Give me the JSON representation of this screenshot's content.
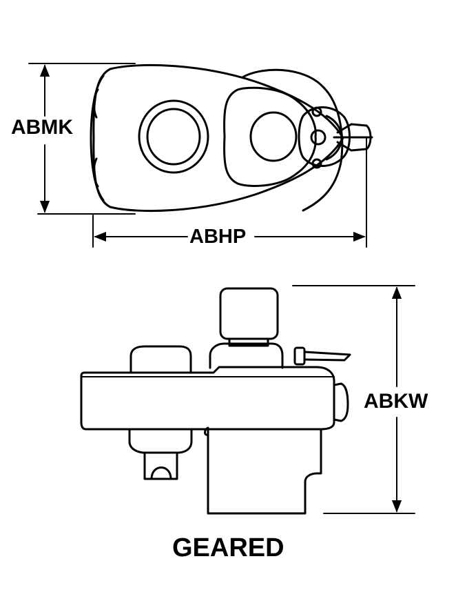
{
  "dimensions": {
    "height_top": "ABMK",
    "length_top": "ABHP",
    "height_side": "ABKW"
  },
  "caption": "GEARED",
  "colors": {
    "line": "#000000",
    "background": "#ffffff"
  }
}
